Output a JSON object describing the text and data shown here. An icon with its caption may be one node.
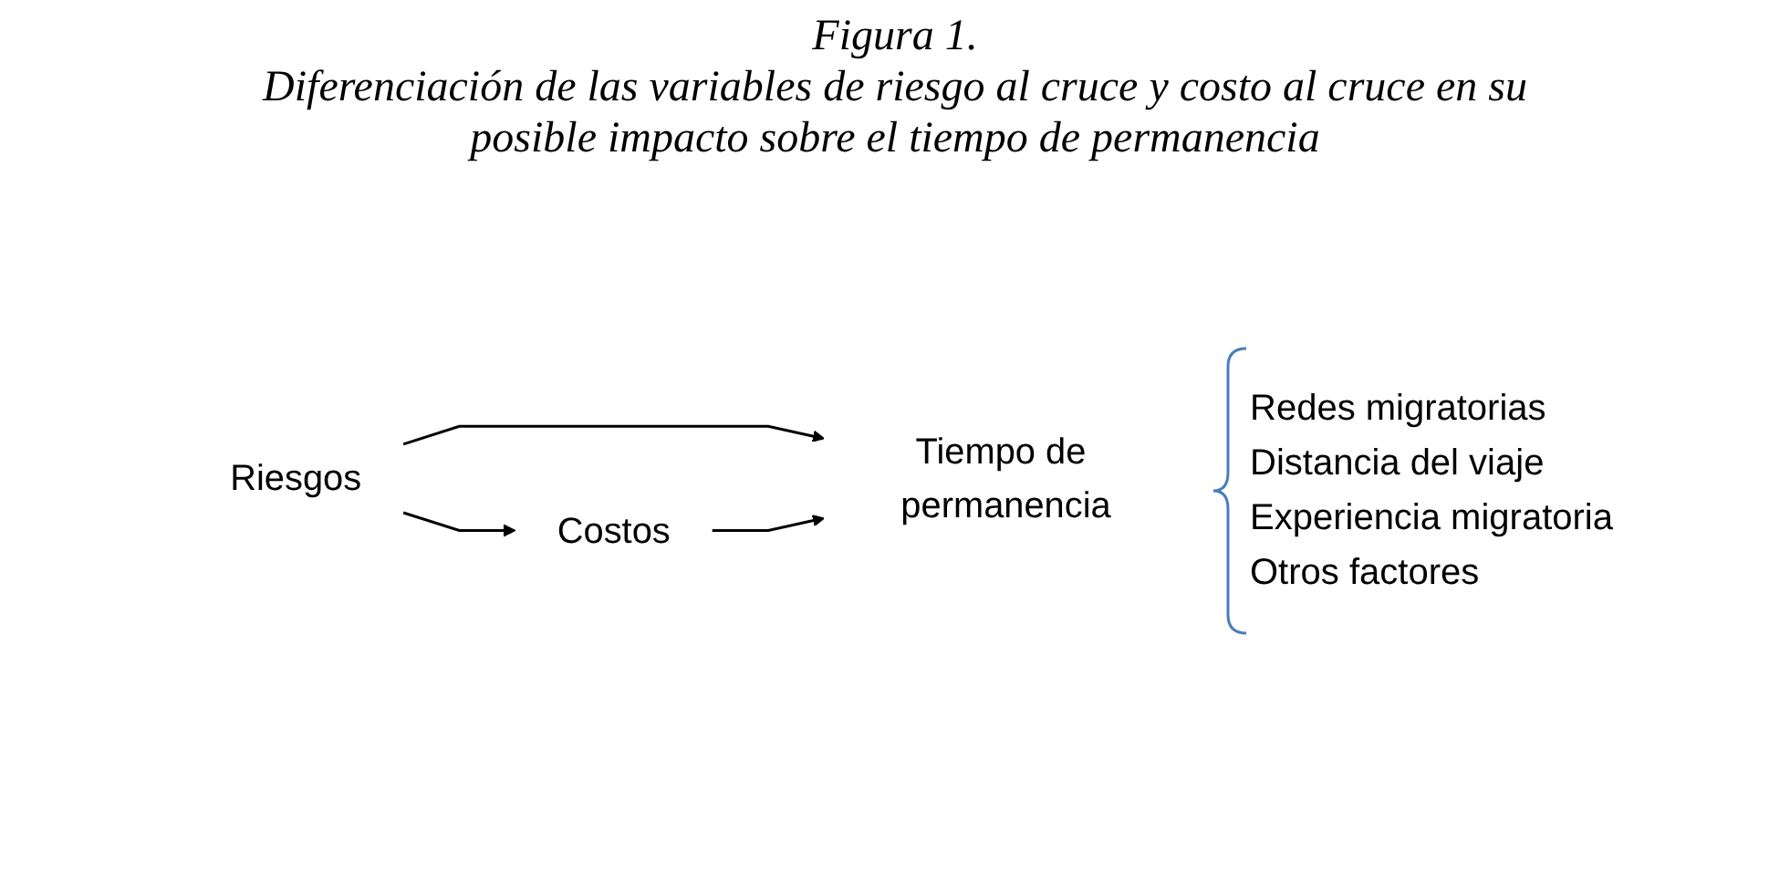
{
  "diagram": {
    "title": "Figura 1.",
    "caption": "Diferenciación de las variables de riesgo al cruce y costo al cruce en su posible impacto sobre el tiempo de permanencia",
    "nodes": [
      {
        "text": [
          "Riesgos"
        ]
      },
      {
        "text": [
          "Costos"
        ]
      },
      {
        "text": [
          "Tiempo de permanencia"
        ]
      }
    ],
    "edges": [
      {
        "from": 0,
        "to": 1,
        "arrow": "to"
      },
      {
        "from": 0,
        "to": 2,
        "arrow": "to"
      },
      {
        "from": 1,
        "to": 2,
        "arrow": "to"
      }
    ],
    "labels": [
      "Redes migratorias",
      "Distancia del viaje",
      "Experiencia migratoria",
      "Otros factores"
    ]
  }
}
